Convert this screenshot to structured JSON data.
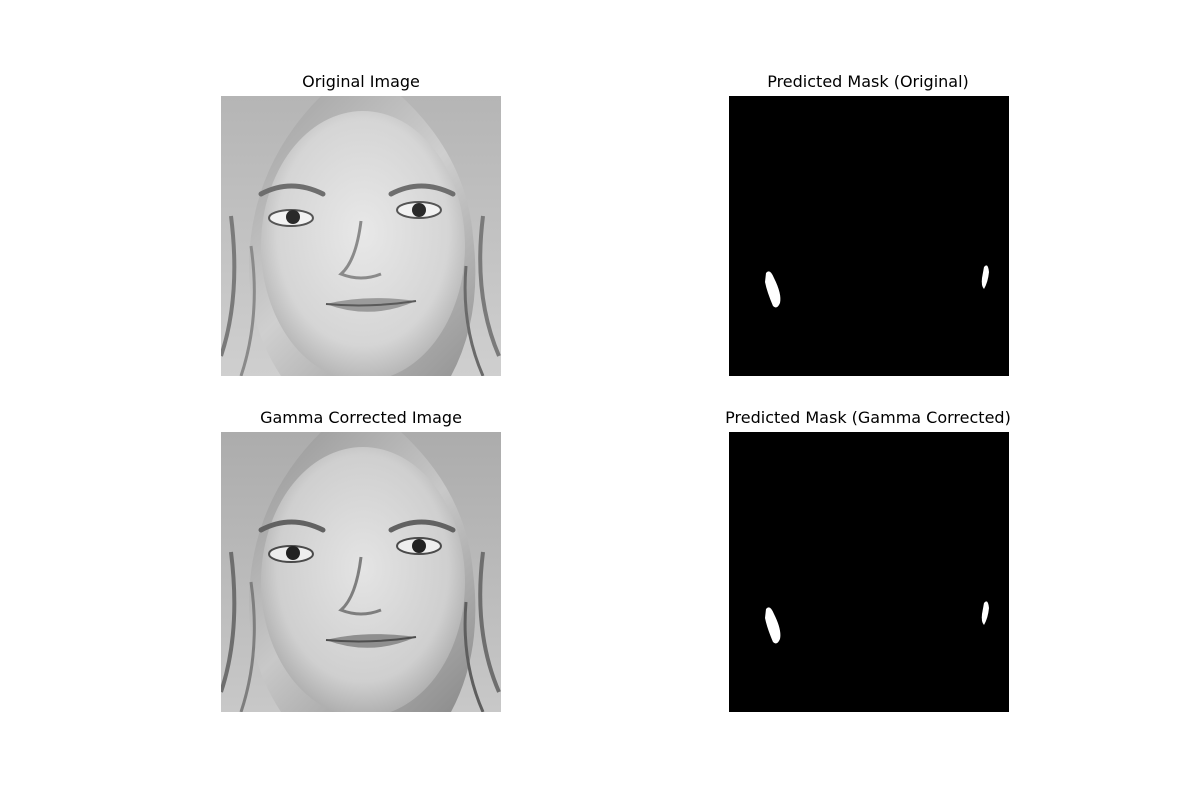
{
  "figure": {
    "panels": [
      {
        "id": "original",
        "title": "Original Image",
        "content": "grayscale-face-photo"
      },
      {
        "id": "mask-original",
        "title": "Predicted Mask (Original)",
        "content": "binary-mask"
      },
      {
        "id": "gamma",
        "title": "Gamma Corrected Image",
        "content": "grayscale-face-photo"
      },
      {
        "id": "mask-gamma",
        "title": "Predicted Mask (Gamma Corrected)",
        "content": "binary-mask"
      }
    ],
    "colors": {
      "background": "#ffffff",
      "mask_background": "#000000",
      "mask_foreground": "#ffffff"
    }
  }
}
